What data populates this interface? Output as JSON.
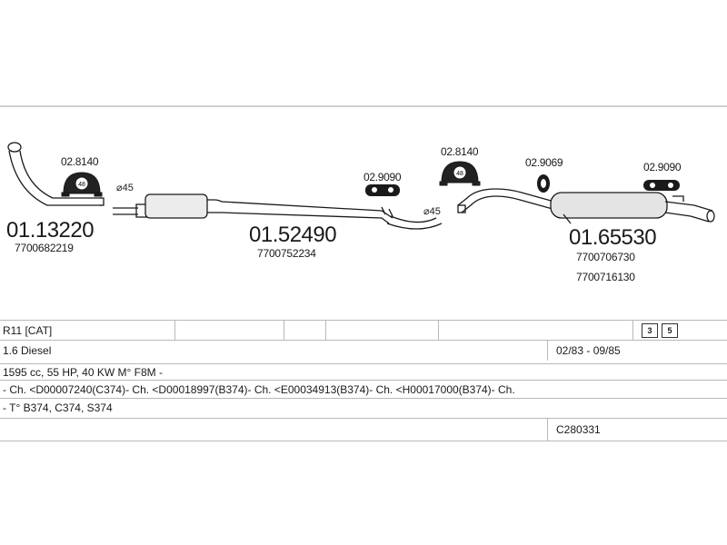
{
  "parts": [
    {
      "ref": "01.13220",
      "oem": [
        "7700682219"
      ]
    },
    {
      "ref": "01.52490",
      "oem": [
        "7700752234"
      ]
    },
    {
      "ref": "01.65530",
      "oem": [
        "7700706730",
        "7700716130"
      ]
    }
  ],
  "accessories": {
    "a1": "02.8140",
    "a2": "02.9090",
    "a3": "02.8140",
    "a4": "02.9069",
    "a5": "02.9090"
  },
  "diameters": {
    "d1": "⌀45",
    "d2": "⌀45"
  },
  "clamp_number": "48",
  "table": {
    "model": "R11  [CAT]",
    "engine": "1.6 Diesel",
    "dates": "02/83 - 09/85",
    "specs": "1595 cc, 55 HP, 40 KW M° F8M -",
    "chassis": "- Ch. <D00007240(C374)- Ch. <D00018997(B374)- Ch. <E00034913(B374)- Ch. <H00017000(B374)- Ch.",
    "types": "- T° B374, C374, S374",
    "code": "C280331",
    "badges": [
      "3",
      "5"
    ]
  },
  "colors": {
    "line": "#1a1a1a",
    "rule": "#b8b8b8"
  }
}
